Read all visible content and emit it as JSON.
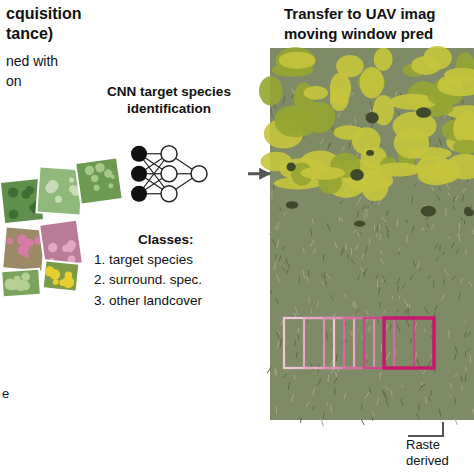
{
  "diagram": {
    "nodes": [
      {
        "text": [
          "cquisition tance)",
          "ned with on"
        ]
      },
      {
        "text": [
          "CNN target species identification",
          "Classes:",
          "1. target species",
          "2. surround. spec.",
          "3. other landcover"
        ]
      },
      {
        "text": [
          "Transfer to UAV imag moving window pred"
        ]
      }
    ],
    "edges": [
      {
        "from": 1,
        "to": 2,
        "arrow": "to"
      }
    ],
    "labels": [
      "e",
      "Raste",
      "derived"
    ]
  }
}
